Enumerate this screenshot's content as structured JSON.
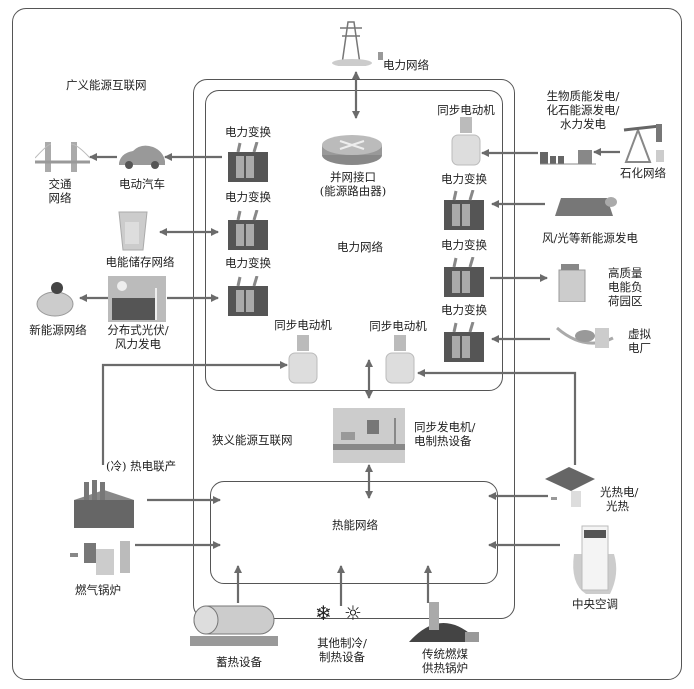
{
  "title_broad": "广义能源互联网",
  "title_narrow": "狭义能源互联网",
  "top": {
    "grid": "电力网络"
  },
  "router": {
    "line1": "并网接口",
    "line2": "(能源路由器)"
  },
  "inner_electric": "电力网络",
  "thermal_network": "热能网络",
  "left_converters": [
    "电力变换",
    "电力变换",
    "电力变换"
  ],
  "right_motor": "同步电动机",
  "right_converters": [
    "电力变换",
    "电力变换",
    "电力变换"
  ],
  "bottom_motors": [
    "同步电动机",
    "同步电动机"
  ],
  "left_side": {
    "transport": [
      "交通",
      "网络"
    ],
    "ev": "电动汽车",
    "storage": "电能储存网络",
    "new_energy_net": "新能源网络",
    "distributed": [
      "分布式光伏/",
      "风力发电"
    ]
  },
  "right_side": {
    "gen": [
      "生物质能发电/",
      "化石能源发电/",
      "水力发电"
    ],
    "petro": "石化网络",
    "wind_solar": "风/光等新能源发电",
    "park": [
      "高质量",
      "电能负",
      "荷园区"
    ],
    "vpp": [
      "虚拟",
      "电厂"
    ]
  },
  "middle": {
    "generator": [
      "同步发电机/",
      "电制热设备"
    ]
  },
  "chp": "(冷) 热电联产",
  "gas_boiler": "燃气锅炉",
  "solar_thermal": [
    "光热电/",
    "光热"
  ],
  "central_ac": "中央空调",
  "bottom": {
    "storage": "蓄热设备",
    "other": [
      "其他制冷/",
      "制热设备"
    ],
    "coal": [
      "传统燃煤",
      "供热锅炉"
    ]
  },
  "colors": {
    "arrow": "#6b6b6b",
    "frame": "#555555"
  }
}
